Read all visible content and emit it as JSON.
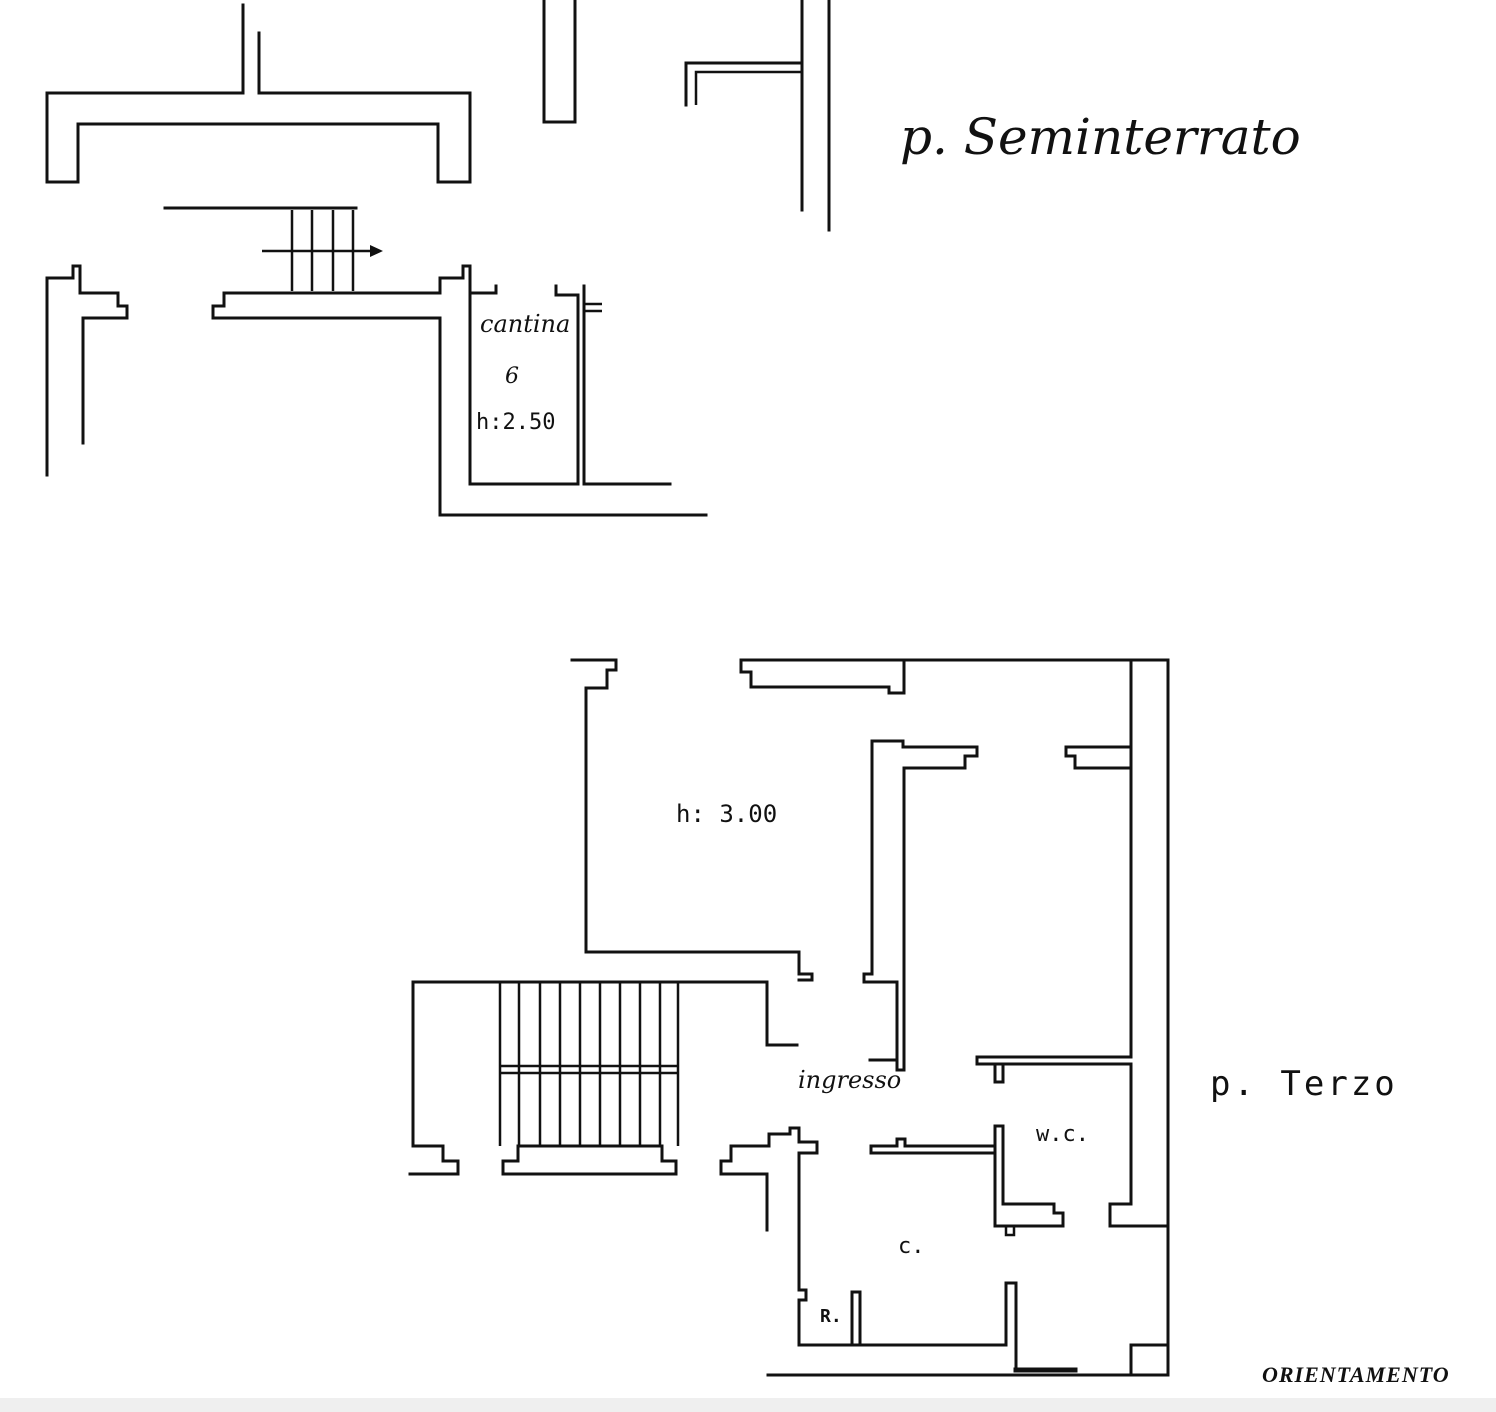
{
  "floors": {
    "basement": {
      "title": "p. Seminterrato",
      "room_name": "cantina",
      "room_number": "6",
      "room_height": "h:2.50"
    },
    "third": {
      "title": "p. Terzo",
      "room_height": "h: 3.00",
      "entrance": "ingresso",
      "wc": "w.c.",
      "kitchen": "c.",
      "closet": "R."
    }
  },
  "orientation_label": "ORIENTAMENTO"
}
